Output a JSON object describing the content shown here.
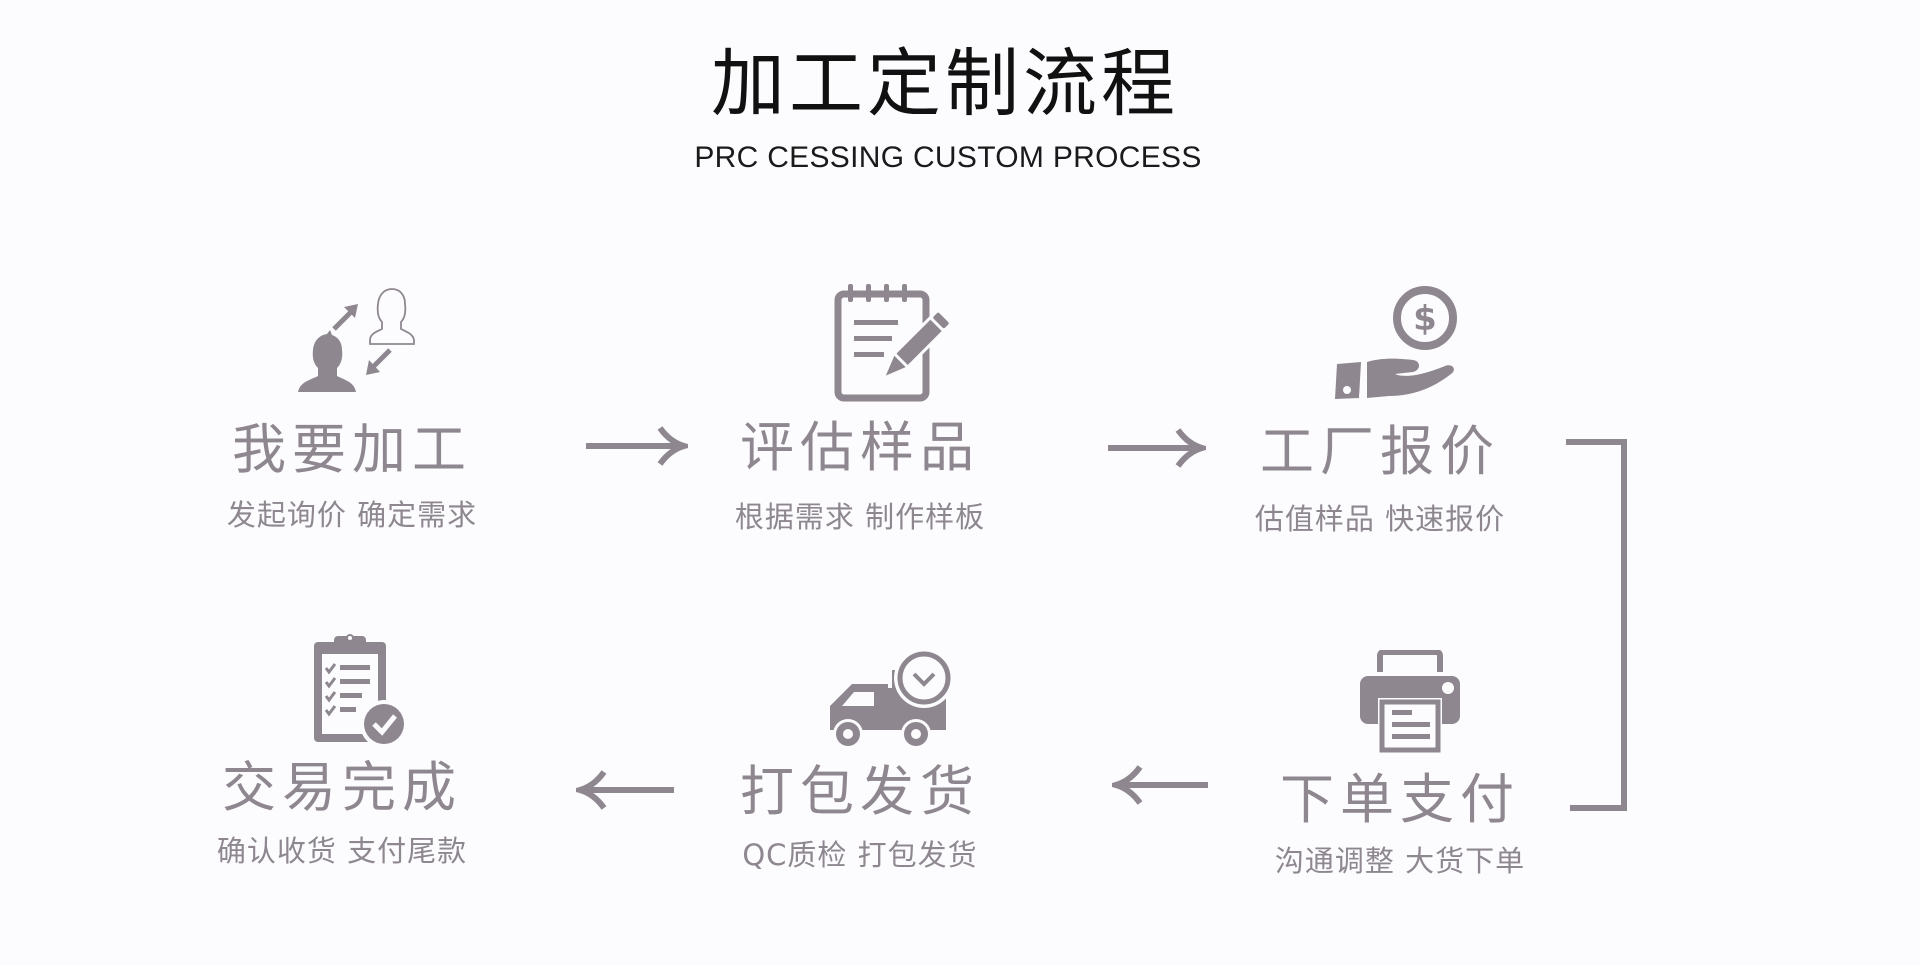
{
  "header": {
    "title": "加工定制流程",
    "subtitle": "PRC CESSING CUSTOM PROCESS"
  },
  "colors": {
    "background": "#fcfcfe",
    "title": "#111111",
    "accent_gray": "#8e8790"
  },
  "steps": [
    {
      "order": 1,
      "icon": "user-exchange-icon",
      "title": "我要加工",
      "subtitle": "发起询价 确定需求"
    },
    {
      "order": 2,
      "icon": "notepad-pencil-icon",
      "title": "评估样品",
      "subtitle": "根据需求 制作样板"
    },
    {
      "order": 3,
      "icon": "hand-coin-dollar-icon",
      "title": "工厂报价",
      "subtitle": "估值样品 快速报价"
    },
    {
      "order": 4,
      "icon": "printer-icon",
      "title": "下单支付",
      "subtitle": "沟通调整 大货下单"
    },
    {
      "order": 5,
      "icon": "delivery-truck-clock-icon",
      "title": "打包发货",
      "subtitle": "QC质检  打包发货"
    },
    {
      "order": 6,
      "icon": "clipboard-check-icon",
      "title": "交易完成",
      "subtitle": "确认收货 支付尾款"
    }
  ],
  "connectors": [
    {
      "from": 1,
      "to": 2,
      "direction": "right"
    },
    {
      "from": 2,
      "to": 3,
      "direction": "right"
    },
    {
      "from": 3,
      "to": 4,
      "direction": "down-bracket"
    },
    {
      "from": 4,
      "to": 5,
      "direction": "left"
    },
    {
      "from": 5,
      "to": 6,
      "direction": "left"
    }
  ]
}
